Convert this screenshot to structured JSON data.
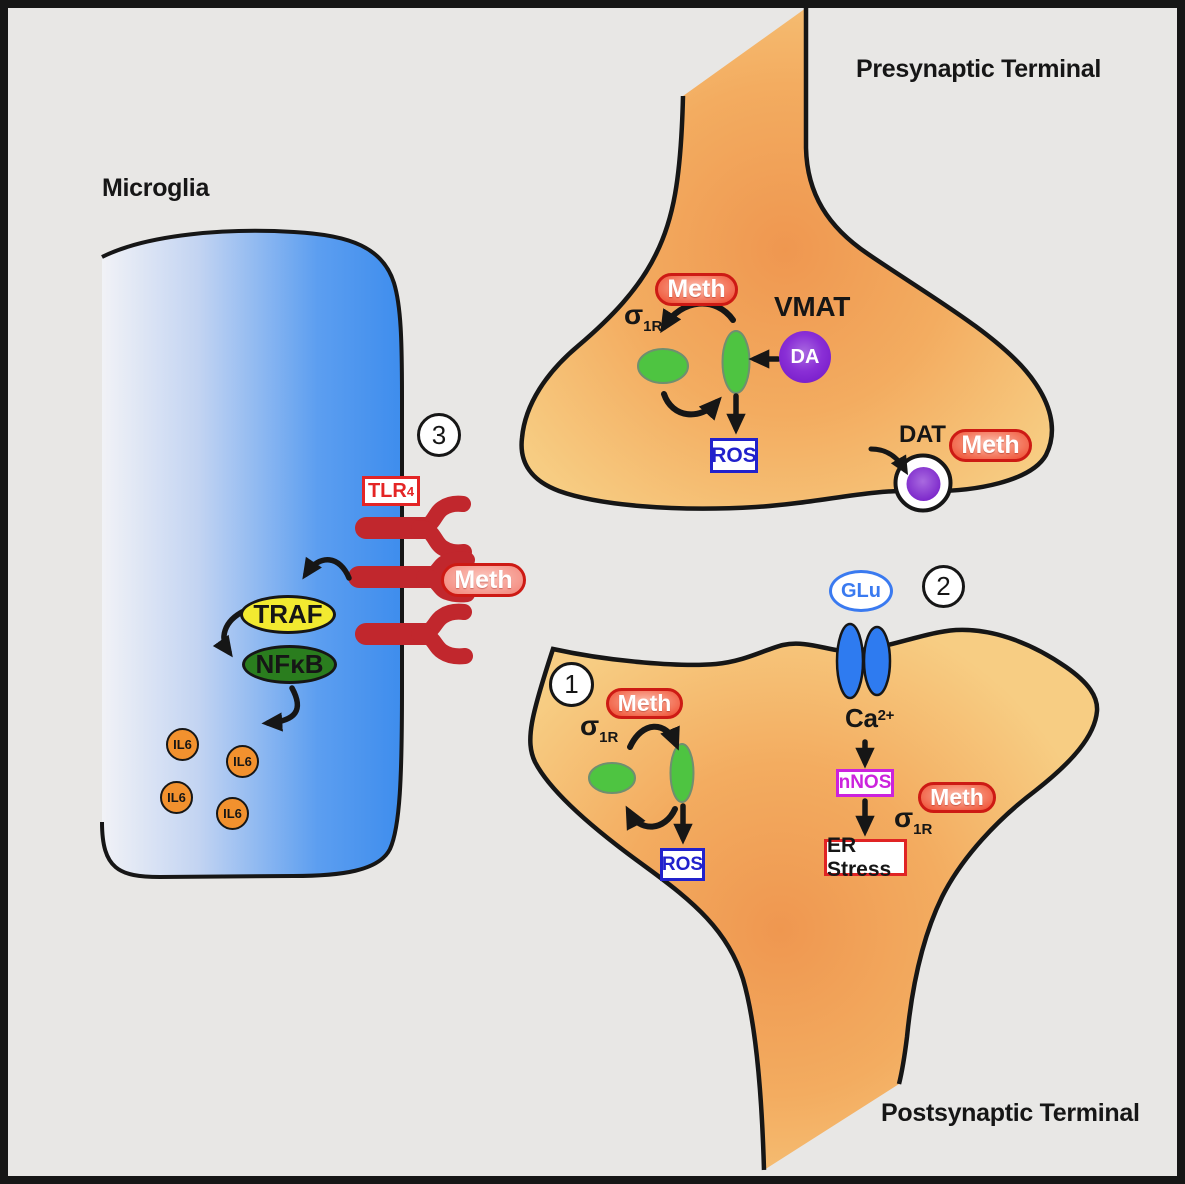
{
  "colors": {
    "canvas-bg": "#e8e7e5",
    "frame": "#161616",
    "ink": "#161616",
    "microglia-g1": "#f1f2f6",
    "microglia-g2": "#c3d4f2",
    "microglia-g3": "#5c9ef0",
    "microglia-g4": "#3e8ded",
    "terminal-core": "#ef9750",
    "terminal-mid": "#f3ac60",
    "terminal-edge": "#f7cd83",
    "receptor-red": "#c1272d",
    "meth-border": "#cd1a14",
    "meth-hi": "#fdbfae",
    "meth-mid": "#f47a60",
    "meth-lo": "#ee462b",
    "meth-dock-hi": "#fcc6bd",
    "meth-dock-lo": "#f28377",
    "vesicle-green": "#4ec441",
    "vesicle-edge": "#6f8f6f",
    "da-hi": "#a96ae0",
    "da-lo": "#6f14c4",
    "channel-blue": "#2e7bf0",
    "ros-blue": "#2121cc",
    "nnos-magenta": "#cc22dd",
    "er-red": "#e02424",
    "traf-yellow": "#f2ea30",
    "nfkb-green": "#2a7d1e",
    "il6-orange": "#f2912e",
    "glu-blue": "#3a7af0",
    "tlr4-red": "#e42525"
  },
  "microglia": {
    "title": "Microglia",
    "step_badge": "3",
    "tlr4_label": "TLR",
    "tlr4_sub": "4",
    "meth_label": "Meth",
    "traf_label": "TRAF",
    "nfkb_label": "NFκB",
    "il6_labels": [
      "IL6",
      "IL6",
      "IL6",
      "IL6"
    ]
  },
  "presynaptic": {
    "title": "Presynaptic Terminal",
    "meth_label": "Meth",
    "sigma_label": "σ",
    "sigma_sub": "1R",
    "vmat_label": "VMAT",
    "da_label": "DA",
    "ros_label": "ROS",
    "dat_label": "DAT",
    "dat_meth_label": "Meth"
  },
  "postsynaptic": {
    "title": "Postsynaptic Terminal",
    "step1_badge": "1",
    "step2_badge": "2",
    "meth_label": "Meth",
    "sigma_label": "σ",
    "sigma_sub": "1R",
    "ros_label": "ROS",
    "glu_label": "GLu",
    "ca_label": "Ca",
    "ca_sup": "2+",
    "nnos_label": "nNOS",
    "er_stress_label": "ER Stress",
    "meth2_label": "Meth",
    "sigma2_label": "σ",
    "sigma2_sub": "1R"
  }
}
